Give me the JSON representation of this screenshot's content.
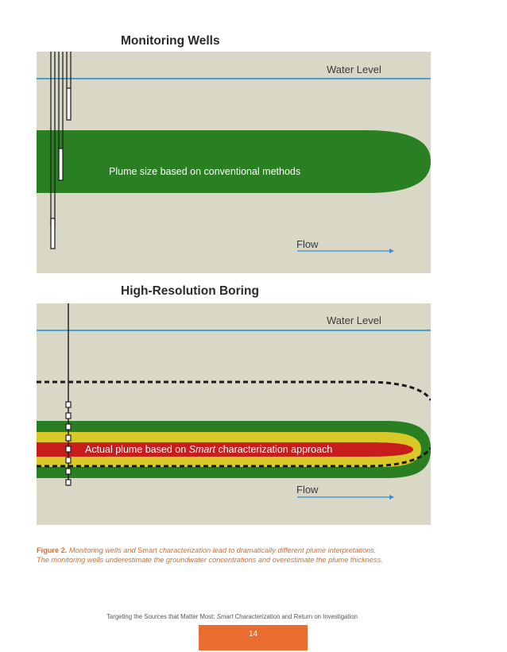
{
  "top_panel": {
    "title": "Monitoring Wells",
    "water_level_label": "Water Level",
    "plume_label": "Plume size based on conventional methods",
    "flow_label": "Flow"
  },
  "bottom_panel": {
    "title": "High-Resolution Boring",
    "water_level_label": "Water Level",
    "plume_label_pre": "Actual plume based on ",
    "plume_label_em": "Smart",
    "plume_label_post": " characterization approach",
    "flow_label": "Flow"
  },
  "caption": {
    "figure_label": "Figure 2.",
    "line1_a": " Monitoring wells and ",
    "line1_b": "Smart",
    "line1_c": " characterization lead to dramatically different plume interpretations.",
    "line2": "The monitoring wells underestimate the groundwater concentrations and overestimate the plume thickness."
  },
  "footer": {
    "text_pre": "Targeting the Sources that Matter Most: ",
    "text_em": "Smart",
    "text_post": " Characterization and Return on Investigation",
    "page_number": "14"
  },
  "colors": {
    "panel_bg": "#d9d7c6",
    "water_line": "#4a9fd0",
    "plume_green": "#2a7f22",
    "plume_yellow": "#d8c828",
    "plume_red": "#c81d1d",
    "flow_arrow": "#3a8fd0",
    "accent_orange": "#ea6c2e"
  }
}
